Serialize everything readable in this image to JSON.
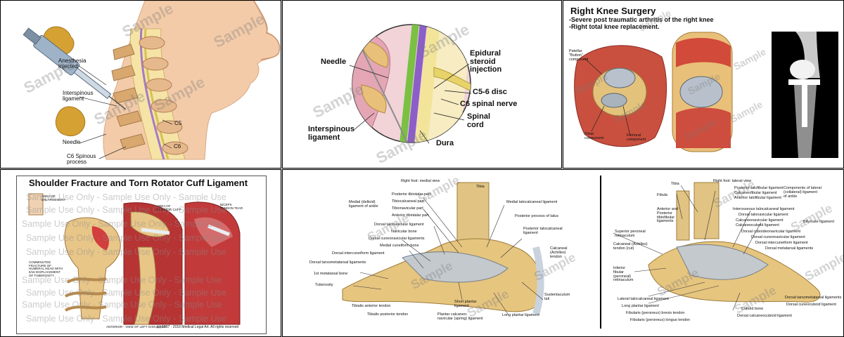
{
  "watermark": "Sample",
  "watermark_line": "Sample Use Only - Sample Use Only - Sample Use",
  "cervical": {
    "labels": {
      "anesthesia": "Anesthesia\ninjected",
      "interspinous": "Interspinous\nligament",
      "needle": "Needle",
      "c6_process": "C6 Spinous\nprocess",
      "c5": "C5",
      "c6": "C6"
    }
  },
  "epidural": {
    "labels": {
      "needle": "Needle",
      "injection": "Epidural\nsteroid\ninjection",
      "disc": "C5-6 disc",
      "nerve": "C6 spinal nerve",
      "cord": "Spinal\ncord",
      "interspinous": "Interspinous\nligament",
      "dura": "Dura"
    }
  },
  "knee": {
    "title": "Right Knee Surgery",
    "line1": "-Severe post traumatic arthritis of the right knee",
    "line2": "-Right total knee replacement.",
    "labels": {
      "patellar": "Patellar\n\"Button\"\ncomponent",
      "tibial": "Tibial\ncomponent",
      "femoral": "Femoral\ncomponent"
    }
  },
  "shoulder": {
    "title": "Shoulder Fracture and Torn Rotator Cuff Ligament",
    "labels": {
      "area_enlargement": "AREA OF\nENLARGEMENT",
      "area_rotator": "AREA OF\nROTATOR CUFF",
      "biceps": "BICEPS\nTENDON TEAR",
      "comminuted": "COMMINUTED\nFRACTURE OF\nHUMERAL HEAD WITH\n5/16 DISPLACEMENT\nOF TUBEROSITY"
    },
    "caption": "ANTERIOR - VIEW OF LEFT SHOULDER",
    "copyright": "(c) 1997 - 2016 Medical Legal Art. All rights reserved"
  },
  "foot_medial": {
    "title": "Right foot: medial view",
    "labels": {
      "tibia": "Tibia",
      "deltoid": "Medial (deltoid)\nligament of ankle",
      "post_tibiotalar": "Posterior tibiotalar part",
      "tibiocalcaneal": "Tibiocalcaneal part",
      "tibionavicular": "Tibionavicular part",
      "ant_tibiotalar": "Anterior tibiotalar part",
      "dorsal_talonavicular": "Dorsal talonavicular ligament",
      "navicular": "Navicular bone",
      "dorsal_cuneonavicular": "Dorsal cuneonavicular ligaments",
      "medial_cuneiform": "Medial cuneiform bone",
      "dorsal_intercuneiform": "Dorsal intercuneiform ligament",
      "dorsal_tarsometatarsal": "Dorsal tarsometatarsal ligaments",
      "first_metatarsal": "1st metatarsal bone",
      "tuberosity": "Tuberosity",
      "tib_anterior": "Tibialis anterior tendon",
      "tib_posterior": "Tibialis posterior tendon",
      "short_plantar": "Short plantar\nligament",
      "plantar_calcaneonavicular": "Plantar calcaneo-\nnavicular (spring) ligament",
      "long_plantar": "Long plantar ligament",
      "medial_talocalcaneal": "Medial talocalcaneal ligament",
      "posterior_process": "Posterior process of talus",
      "posterior_talocalcaneal": "Posterior talocalcaneal\nligament",
      "calcaneal_tendon": "Calcaneal\n(Achilles)\ntendon",
      "sustentaculum": "Sustentaculum\ntali"
    }
  },
  "foot_lateral": {
    "title": "Right foot: lateral view",
    "labels": {
      "tibia": "Tibia",
      "fibula": "Fibula",
      "post_talofibular": "Posterior talofibular ligament",
      "calcaneofibular": "Calcaneofibular ligament",
      "ant_talofibular": "Anterior talofibular ligament",
      "components": "Components of lateral\n(collateral) ligament\nof ankle",
      "interosseous": "Interosseous talocalcaneal ligament",
      "dorsal_talonavicular": "Dorsal talonavicular ligament",
      "calcaneonavicular": "Calcaneonavicular ligament",
      "calcaneocuboid": "Calcaneocuboid ligament",
      "bifurcate": "Bifurcate ligament",
      "dorsal_cuboideonavicular": "Dorsal cuboideonavicular ligament",
      "dorsal_cuneonavicular": "Dorsal cuneonavicular ligament",
      "dorsal_intercuneiform": "Dorsal intercuneiform ligament",
      "dorsal_metatarsal": "Dorsal metatarsal ligaments",
      "ant_tibiofibular": "Anterior and\nPosterior\ntibiofibular\nligaments",
      "sup_peroneal": "Superior peroneal\nretinaculum",
      "calcaneal_tendon": "Calcaneal (Achilles)\ntendon (cut)",
      "inf_peroneal": "Inferior\nfibular\n(peroneal)\nretinaculum",
      "lateral_talocalcaneal": "Lateral talocalcaneal ligament",
      "long_plantar": "Long plantar ligament",
      "fibularis_brevis": "Fibularis (peroneus) brevis tendon",
      "fibularis_longus": "Fibularis (peroneus) longus tendon",
      "cuboid": "Cuboid bone",
      "dorsal_calcaneocuboid": "Dorsal calcaneocuboid ligament",
      "dorsal_tarsometatarsal": "Dorsal tarsometatarsal ligaments",
      "dorsal_cuboideonavicular2": "Dorsal cuneocuboid ligament"
    }
  },
  "palette": {
    "bone": "#e8c688",
    "bone_dark": "#b8894a",
    "skin": "#f0c7a8",
    "muscle": "#c23a3a",
    "ligament": "#b9c6d8",
    "yellow_bg": "#f3d9a0"
  }
}
